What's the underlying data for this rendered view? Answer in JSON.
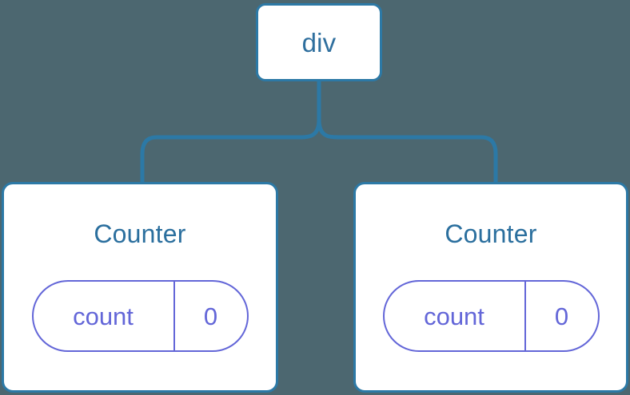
{
  "diagram": {
    "type": "component-tree",
    "background_color": "#4c6770",
    "node_border_color": "#2c79a6",
    "node_text_color": "#2f6f9e",
    "state_color": "#6366d8",
    "connector_color": "#2c79a6",
    "root": {
      "label": "div",
      "name": "root-node"
    },
    "children": [
      {
        "label": "Counter",
        "name": "counter-node-left",
        "state": {
          "key": "count",
          "value": "0"
        }
      },
      {
        "label": "Counter",
        "name": "counter-node-right",
        "state": {
          "key": "count",
          "value": "0"
        }
      }
    ]
  }
}
